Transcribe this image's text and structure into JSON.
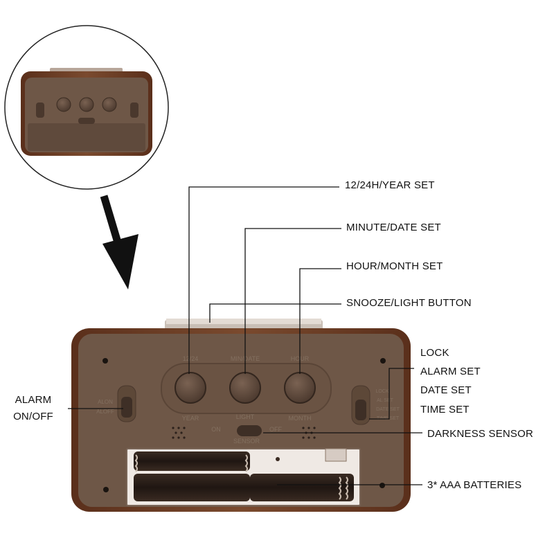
{
  "callouts": {
    "year_set": "12/24H/YEAR SET",
    "minute_date_set": "MINUTE/DATE SET",
    "hour_month_set": "HOUR/MONTH SET",
    "snooze_light": "SNOOZE/LIGHT BUTTON",
    "lock": "LOCK",
    "alarm_set": "ALARM SET",
    "date_set": "DATE SET",
    "time_set": "TIME SET",
    "darkness_sensor": "DARKNESS SENSOR",
    "batteries": "3* AAA BATTERIES",
    "alarm_onoff_line1": "ALARM",
    "alarm_onoff_line2": "ON/OFF"
  },
  "device_labels": {
    "btn1_top": "12/24",
    "btn1_bottom": "YEAR",
    "btn2_top": "MIN/DATE",
    "btn3_top": "HOUR",
    "btn3_bottom": "MONTH",
    "sensor_top": "ON",
    "sensor_right": "OFF",
    "sensor_mid": "LIGHT",
    "sensor_bottom": "SENSOR",
    "alarm_switch_1": "ALON",
    "alarm_switch_2": "ALOFF",
    "mode_switch_1": "LOCK",
    "mode_switch_2": "AL SET",
    "mode_switch_3": "DATE SET",
    "mode_switch_4": "TIME SET"
  },
  "colors": {
    "case_brown": "#6b3d25",
    "panel_brown": "#6e5747",
    "button_brown": "#5a463a",
    "line": "#111111"
  }
}
